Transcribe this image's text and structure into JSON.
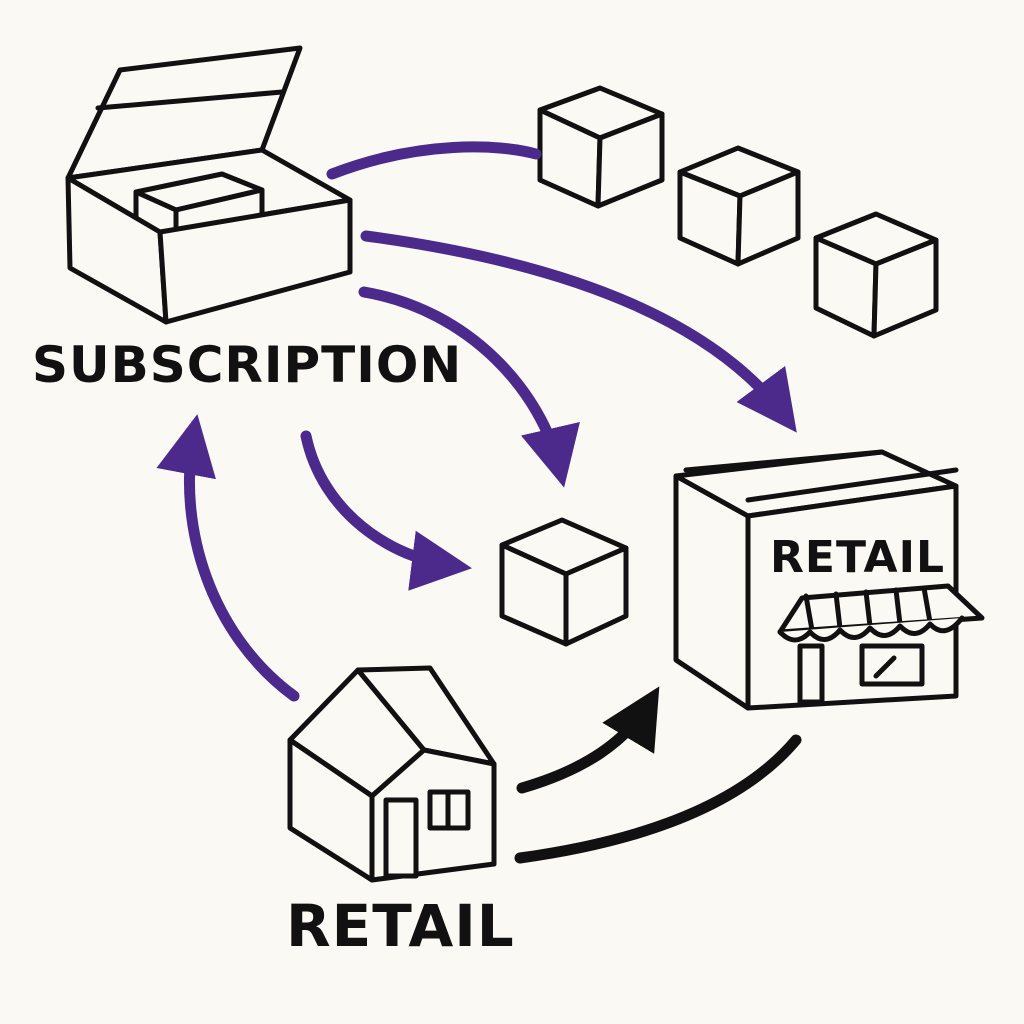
{
  "labels": {
    "subscription": "SUBSCRIPTION",
    "retail_home": "RETAIL",
    "retail_store_sign": "RETAIL"
  },
  "colors": {
    "ink": "#111111",
    "subscription_flow": "#4b2a8c",
    "retail_flow": "#111111",
    "background": "#fbf9f3"
  },
  "icons": {
    "subscription_box": "open-box-icon",
    "package": "package-cube-icon",
    "store": "storefront-icon",
    "home": "house-icon"
  }
}
